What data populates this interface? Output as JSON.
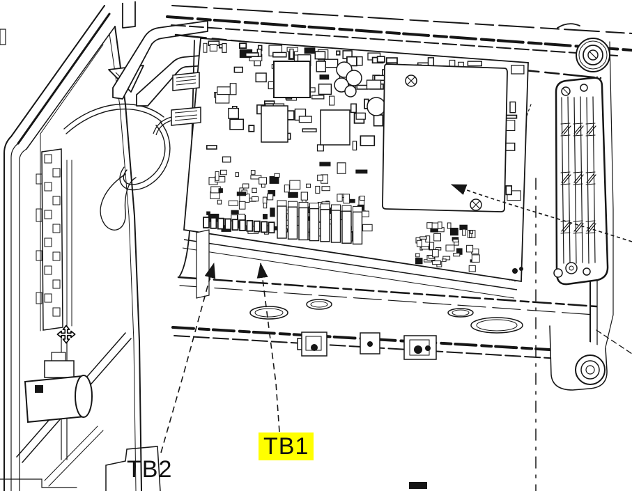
{
  "figure": {
    "type": "technical-line-drawing",
    "labels": {
      "tb2": {
        "text": "TB2",
        "highlighted": false
      },
      "tb1": {
        "text": "TB1",
        "highlighted": true,
        "highlight_color": "#ffff00"
      }
    },
    "callouts": [
      {
        "id": "tb2-arrow",
        "label": "TB2",
        "target": "terminal-block-tb2"
      },
      {
        "id": "tb1-arrow",
        "label": "TB1",
        "target": "terminal-block-tb1"
      },
      {
        "id": "panel-arrow",
        "label": "",
        "target": "cover-panel"
      }
    ],
    "colors": {
      "ink": "#161616",
      "background": "#ffffff",
      "highlight": "#ffff00"
    },
    "cursor": {
      "type": "move"
    }
  }
}
